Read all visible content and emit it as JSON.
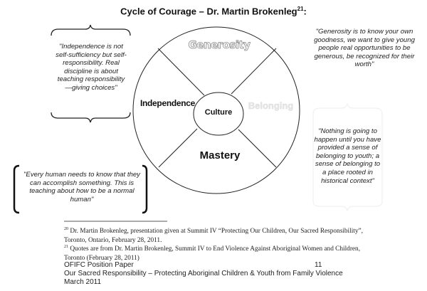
{
  "title": {
    "text": "Cycle of Courage – Dr. Martin Brokenleg",
    "footnote_ref": "21",
    "suffix": ":"
  },
  "diagram": {
    "center": "Culture",
    "quadrants": {
      "top": "Generosity",
      "left": "Independence",
      "right": "Belonging",
      "bottom": "Mastery"
    }
  },
  "quotes": {
    "independence": "\"Independence is not self-sufficiency but self-responsibility. Real discipline is about teaching responsibility—giving choices\"",
    "generosity": "\"Generosity is to know your own goodness, we want to give young people real opportunities to be generous, be recognized for their worth\"",
    "belonging": "\"Nothing is going to happen until you have provided a sense of belonging to youth; a sense of belonging to a place rooted in historical context\"",
    "mastery": "\"Every human needs to know that they can accomplish something. This is teaching about how to be a normal human\""
  },
  "footnotes": [
    {
      "num": "20",
      "text": "Dr. Martin Brokenleg, presentation given at Summit IV “Protecting Our Children, Our Sacred Responsibility”, Toronto, Ontario, February 28, 2011."
    },
    {
      "num": "21",
      "text": "Quotes are from Dr. Martin Brokenleg, Summit IV to End Violence Against Aboriginal Women and Children, Toronto (February 28, 2011)"
    }
  ],
  "footer": {
    "org": "OFIFC Position Paper",
    "subtitle": "Our Sacred Responsibility – Protecting Aboriginal Children & Youth from Family Violence",
    "date": "March 2011",
    "page": "11"
  }
}
